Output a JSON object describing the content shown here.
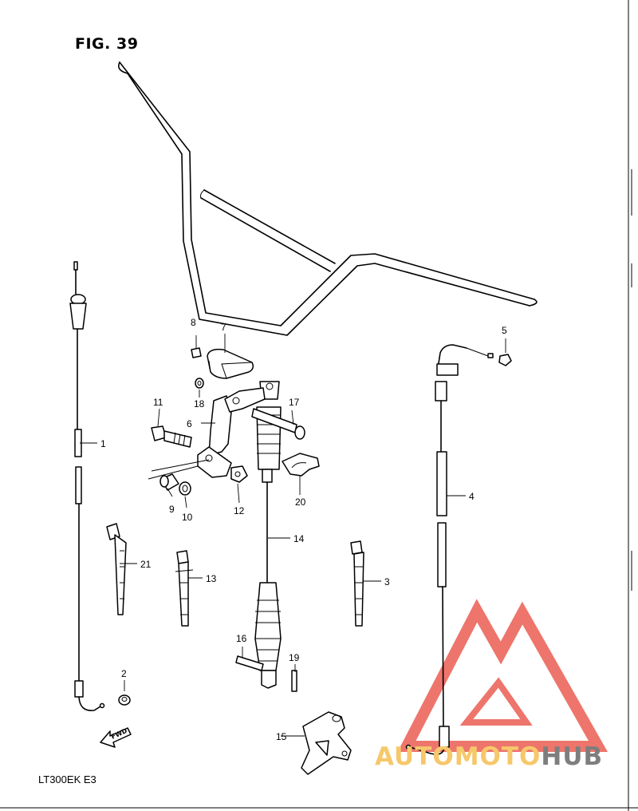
{
  "figure": {
    "title": "FIG. 39",
    "model_code": "LT300EK  E3",
    "fwd_label": "FWD"
  },
  "watermark": {
    "part_a": "AUTOMOTO",
    "part_b": "HUB",
    "colors": {
      "logo": "#e8483c",
      "text_a": "#f6c86b",
      "text_b": "#7e7e7e"
    }
  },
  "callouts": [
    {
      "id": "c1",
      "label": "1"
    },
    {
      "id": "c2",
      "label": "2"
    },
    {
      "id": "c3",
      "label": "3"
    },
    {
      "id": "c4",
      "label": "4"
    },
    {
      "id": "c5",
      "label": "5"
    },
    {
      "id": "c6",
      "label": "6"
    },
    {
      "id": "c7",
      "label": "7"
    },
    {
      "id": "c8",
      "label": "8"
    },
    {
      "id": "c9",
      "label": "9"
    },
    {
      "id": "c10",
      "label": "10"
    },
    {
      "id": "c11",
      "label": "11"
    },
    {
      "id": "c12",
      "label": "12"
    },
    {
      "id": "c13",
      "label": "13"
    },
    {
      "id": "c14",
      "label": "14"
    },
    {
      "id": "c15",
      "label": "15"
    },
    {
      "id": "c16",
      "label": "16"
    },
    {
      "id": "c17",
      "label": "17"
    },
    {
      "id": "c18",
      "label": "18"
    },
    {
      "id": "c19",
      "label": "19"
    },
    {
      "id": "c20",
      "label": "20"
    },
    {
      "id": "c21",
      "label": "21"
    }
  ]
}
